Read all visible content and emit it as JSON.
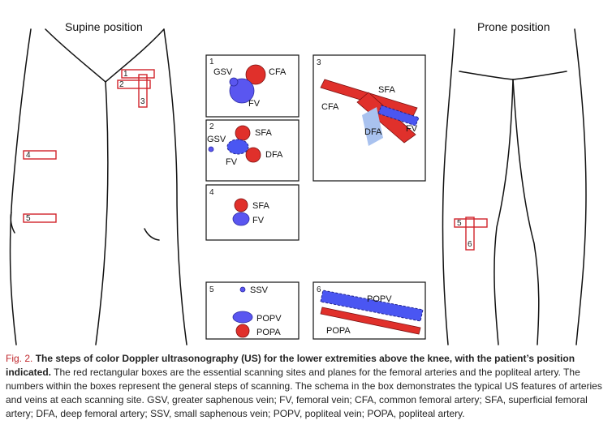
{
  "positions": {
    "supine": "Supine position",
    "prone": "Prone position"
  },
  "sites": {
    "s1": "1",
    "s2": "2",
    "s3": "3",
    "s4": "4",
    "s5": "5",
    "p5": "5",
    "p6": "6"
  },
  "panels": {
    "p1": {
      "number": "1",
      "gsv": "GSV",
      "cfa": "CFA",
      "fv": "FV"
    },
    "p2": {
      "number": "2",
      "gsv": "GSV",
      "sfa": "SFA",
      "fv": "FV",
      "dfa": "DFA"
    },
    "p3": {
      "number": "3",
      "sfa": "SFA",
      "cfa": "CFA",
      "dfa": "DFA",
      "fv": "FV"
    },
    "p4": {
      "number": "4",
      "sfa": "SFA",
      "fv": "FV"
    },
    "p5": {
      "number": "5",
      "ssv": "SSV",
      "popv": "POPV",
      "popa": "POPA"
    },
    "p6": {
      "number": "6",
      "popv": "POPV",
      "popa": "POPA"
    }
  },
  "colors": {
    "artery": "#e0302b",
    "vein": "#5a56f0",
    "site_box": "#d1232a",
    "caption_accent": "#c0282d"
  },
  "caption": {
    "fig_no": "Fig. 2.",
    "lead": "The steps of color Doppler ultrasonography (US) for the lower extremities above the knee, with the patient’s position indicated.",
    "body": "The red rectangular boxes are the essential scanning sites and planes for the femoral arteries and the popliteal artery. The numbers within the boxes represent the general steps of scanning. The schema in the box demonstrates the typical US features of arteries and veins at each scanning site. GSV, greater saphenous vein; FV, femoral vein; CFA, common femoral artery; SFA, superficial femoral artery; DFA, deep femoral artery; SSV, small saphenous vein; POPV, popliteal vein; POPA, popliteal artery."
  }
}
